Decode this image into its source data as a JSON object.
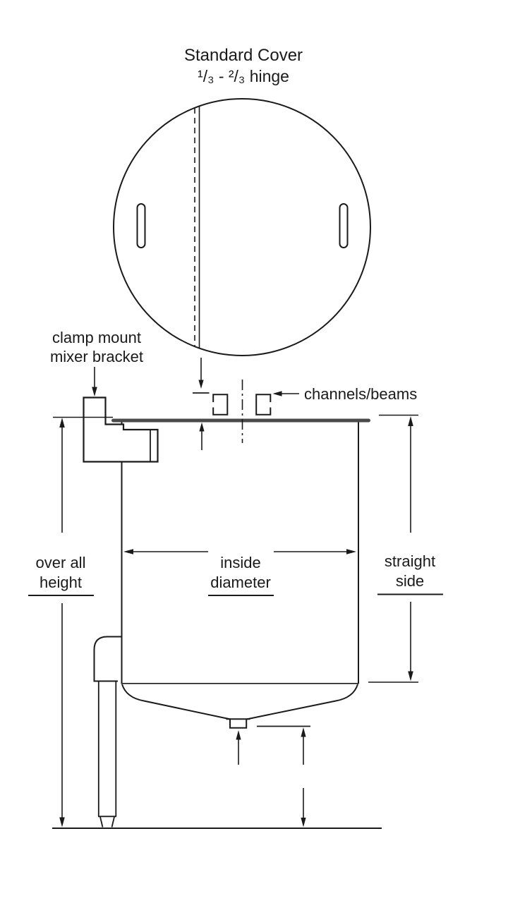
{
  "figure": {
    "title_line1": "Standard Cover",
    "title_line2": "¹/₃ - ²/₃ hinge"
  },
  "labels": {
    "clamp_mount_line1": "clamp mount",
    "clamp_mount_line2": "mixer bracket",
    "channels_beams": "channels/beams",
    "overall_height_line1": "over all",
    "overall_height_line2": "height",
    "inside_diameter_line1": "inside",
    "inside_diameter_line2": "diameter",
    "straight_side_line1": "straight",
    "straight_side_line2": "side"
  },
  "colors": {
    "line": "#1a1a1a",
    "cover_plate": "#4a4a4a",
    "background": "#ffffff"
  }
}
